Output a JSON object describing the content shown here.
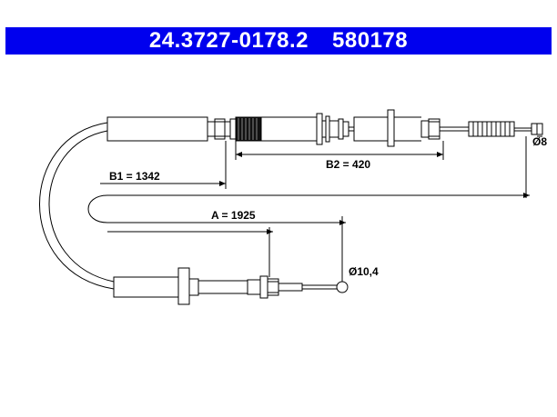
{
  "header": {
    "part_number": "24.3727-0178.2",
    "ref_number": "580178",
    "bg_color": "#0000ee"
  },
  "dimensions": {
    "b1": "B1 = 1342",
    "b2": "B2 = 420",
    "a": "A = 1925",
    "d_end": "Ø8",
    "d_ball": "Ø10,4"
  }
}
